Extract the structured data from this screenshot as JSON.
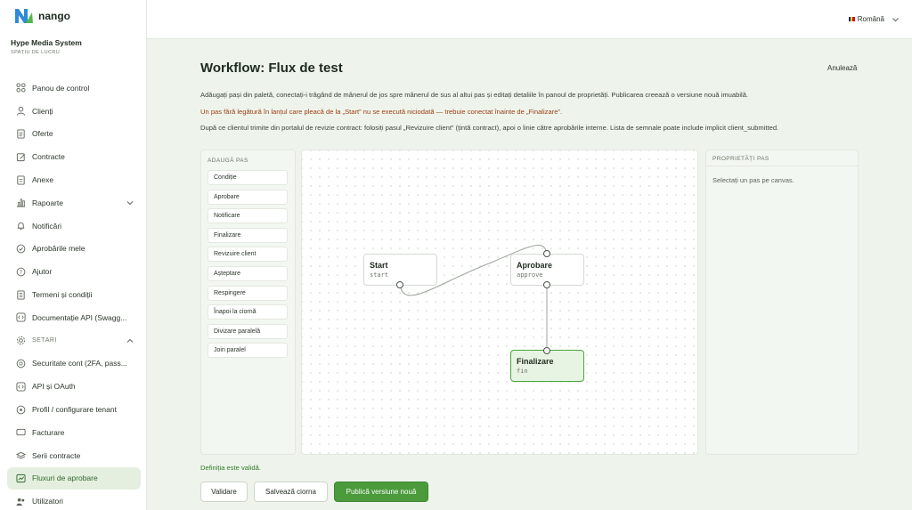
{
  "app": {
    "logo_text": "nango"
  },
  "org": {
    "name": "Hype Media System",
    "subtitle": "SPAȚIU DE LUCRU"
  },
  "sidebar": {
    "items": [
      {
        "label": "Panou de control",
        "icon": "dashboard-icon"
      },
      {
        "label": "Clienți",
        "icon": "user-icon"
      },
      {
        "label": "Oferte",
        "icon": "document-icon"
      },
      {
        "label": "Contracte",
        "icon": "contract-icon"
      },
      {
        "label": "Anexe",
        "icon": "file-icon"
      },
      {
        "label": "Rapoarte",
        "icon": "chart-icon"
      },
      {
        "label": "Notificări",
        "icon": "bell-icon"
      },
      {
        "label": "Aprobările mele",
        "icon": "check-circle-icon"
      },
      {
        "label": "Ajutor",
        "icon": "help-icon"
      },
      {
        "label": "Termeni și condiții",
        "icon": "terms-icon"
      },
      {
        "label": "Documentație API (Swagg...",
        "icon": "code-icon"
      },
      {
        "label": "SETĂRI",
        "icon": "gear-icon"
      },
      {
        "label": "Securitate cont (2FA, pass...",
        "icon": "shield-icon"
      },
      {
        "label": "API și OAuth",
        "icon": "code-icon"
      },
      {
        "label": "Profil / configurare tenant",
        "icon": "target-icon"
      },
      {
        "label": "Facturare",
        "icon": "card-icon"
      },
      {
        "label": "Serii contracte",
        "icon": "layers-icon"
      },
      {
        "label": "Fluxuri de aprobare",
        "icon": "workflow-icon"
      },
      {
        "label": "Utilizatori",
        "icon": "users-icon"
      }
    ]
  },
  "topbar": {
    "language": "Română",
    "flag_colors": [
      "#002B7F",
      "#FCD116",
      "#CE1126"
    ]
  },
  "page": {
    "title": "Workflow: Flux de test",
    "cancel": "Anulează",
    "description": "Adăugați pași din paletă, conectați-i trăgând de mânerul de jos spre mânerul de sus al altui pas și editați detaliile în panoul de proprietăți. Publicarea creează o versiune nouă imuabilă.",
    "warning": "Un pas fără legătură în lanțul care pleacă de la „Start” nu se execută niciodată — trebuie conectat înainte de „Finalizare”.",
    "info": "După ce clientul trimite din portalul de revizie contract: folosiți pasul „Revizuire client” (țintă contract), apoi o linie către aprobările interne. Lista de semnale poate include implicit client_submitted.",
    "validity": "Definiția este validă."
  },
  "palette": {
    "title": "ADAUGĂ PAS",
    "items": [
      "Condiție",
      "Aprobare",
      "Notificare",
      "Finalizare",
      "Revizuire client",
      "Așteptare",
      "Respingere",
      "Înapoi la ciornă",
      "Divizare paralelă",
      "Join paralel"
    ]
  },
  "workflow": {
    "nodes": [
      {
        "title": "Start",
        "key": "start"
      },
      {
        "title": "Aprobare",
        "key": "approve"
      },
      {
        "title": "Finalizare",
        "key": "fin"
      }
    ]
  },
  "properties": {
    "title": "PROPRIETĂȚI PAS",
    "empty": "Selectați un pas pe canvas."
  },
  "actions": {
    "validate": "Validare",
    "save_draft": "Salvează ciorna",
    "publish": "Publică versiune nouă"
  },
  "colors": {
    "accent": "#4b9a3c",
    "warning": "#9a3d12",
    "success": "#2f7a25",
    "active_bg": "#e5efe0"
  }
}
